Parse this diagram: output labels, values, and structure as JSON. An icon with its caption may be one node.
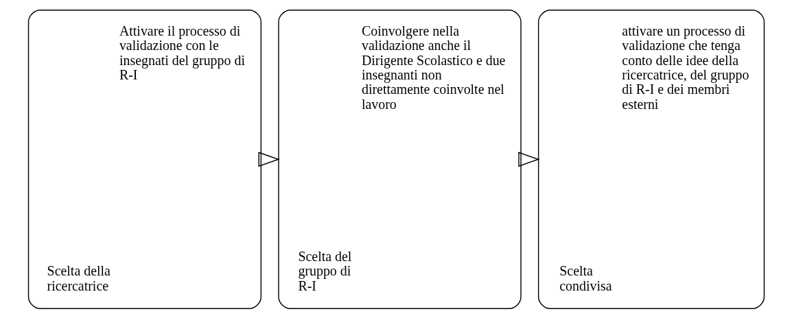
{
  "diagram": {
    "nodes": [
      {
        "text": [
          "Scelta della ricercatrice",
          "Attivare il processo di validazione con le insegnati del gruppo di R-I"
        ]
      },
      {
        "text": [
          "Scelta del gruppo di R-I",
          "Coinvolgere nella validazione anche il Dirigente Scolastico e due insegnanti non direttamente coinvolte nel lavoro"
        ]
      },
      {
        "text": [
          "Scelta condivisa",
          "attivare un processo di validazione che tenga conto delle idee della ricercatrice, del gruppo di R-I e dei membri esterni"
        ]
      }
    ],
    "edges": [
      {
        "from": 0,
        "to": 1,
        "arrow": "to"
      },
      {
        "from": 1,
        "to": 2,
        "arrow": "to"
      }
    ]
  }
}
